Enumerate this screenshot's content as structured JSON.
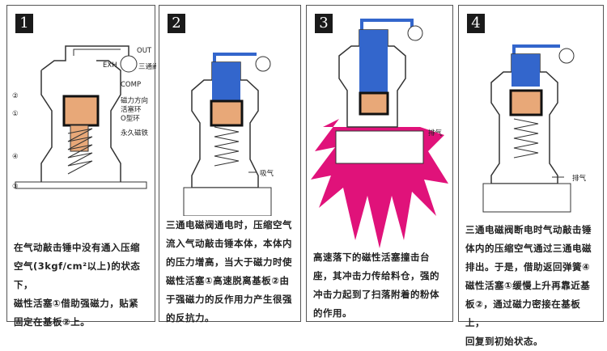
{
  "panels": [
    {
      "number": "1",
      "labels": {
        "out": "OUT",
        "exh": "EXH",
        "comp": "COMP",
        "valve": "三通阀",
        "magnetic_direction": "磁力方向",
        "piston_ring": "活塞环",
        "o_ring": "O型环",
        "permanent_magnet": "永久磁铁",
        "c1": "①",
        "c2": "②",
        "c3": "③",
        "c4": "④"
      },
      "description": [
        "在气动敲击锤中没有通入压缩",
        "空气(3kgf/cm²以上)的状态下，",
        "磁性活塞①借助强磁力，贴紧",
        "固定在基板②上。"
      ]
    },
    {
      "number": "2",
      "labels": {
        "intake": "吸气"
      },
      "description": [
        "三通电磁阀通电时，压缩空气",
        "流入气动敲击锤本体，本体内",
        "的压力增高，当大于磁力时使",
        "磁性活塞①高速脱离基板②由",
        "于强磁力的反作用力产生很强",
        "的反抗力。"
      ]
    },
    {
      "number": "3",
      "labels": {
        "exhaust": "排气"
      },
      "description": [
        "高速落下的磁性活塞撞击台",
        "座，其冲击力传给料仓，强的",
        "冲击力起到了扫落附着的粉体",
        "的作用。"
      ]
    },
    {
      "number": "4",
      "labels": {
        "exhaust": "排气"
      },
      "description": [
        "三通电磁阀断电时气动敲击锤",
        "体内的压缩空气通过三通电磁",
        "排出。于是，借助返回弹簧④",
        "磁性活塞①缓慢上升再靠近基",
        "板②，通过磁力密接在基板上，",
        "回复到初始状态。"
      ]
    }
  ],
  "colors": {
    "piston": "#e8a878",
    "air": "#3366cc",
    "impact": "#e0127a"
  }
}
